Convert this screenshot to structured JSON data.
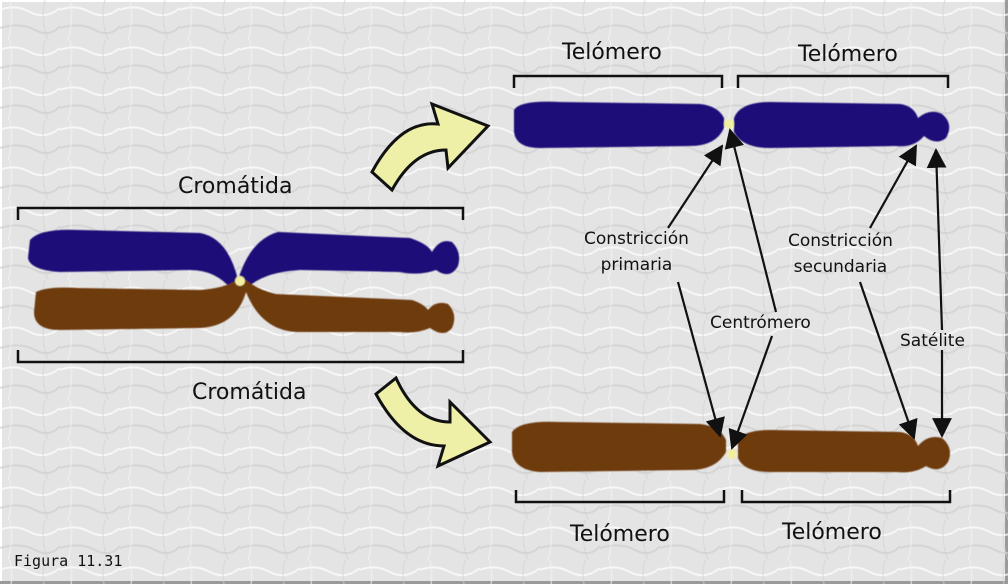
{
  "labels": {
    "chromatid_top": "Cromátida",
    "chromatid_bottom": "Cromátida",
    "telomere_top_left": "Telómero",
    "telomere_top_right": "Telómero",
    "telomere_bottom_left": "Telómero",
    "telomere_bottom_right": "Telómero",
    "primary_constriction": [
      "Constricción",
      "primaria"
    ],
    "secondary_constriction": [
      "Constricción",
      "secundaria"
    ],
    "centromere": "Centrómero",
    "satellite": "Satélite"
  },
  "figure_caption": "Figura 11.31",
  "colors": {
    "background": "#e4e4e4",
    "chromatid_blue": "#1e0a78",
    "chromatid_brown": "#6e3a10",
    "centromere_dot": "#f2efa0",
    "arrow_fill": "#eef0a8",
    "line": "#111111"
  }
}
